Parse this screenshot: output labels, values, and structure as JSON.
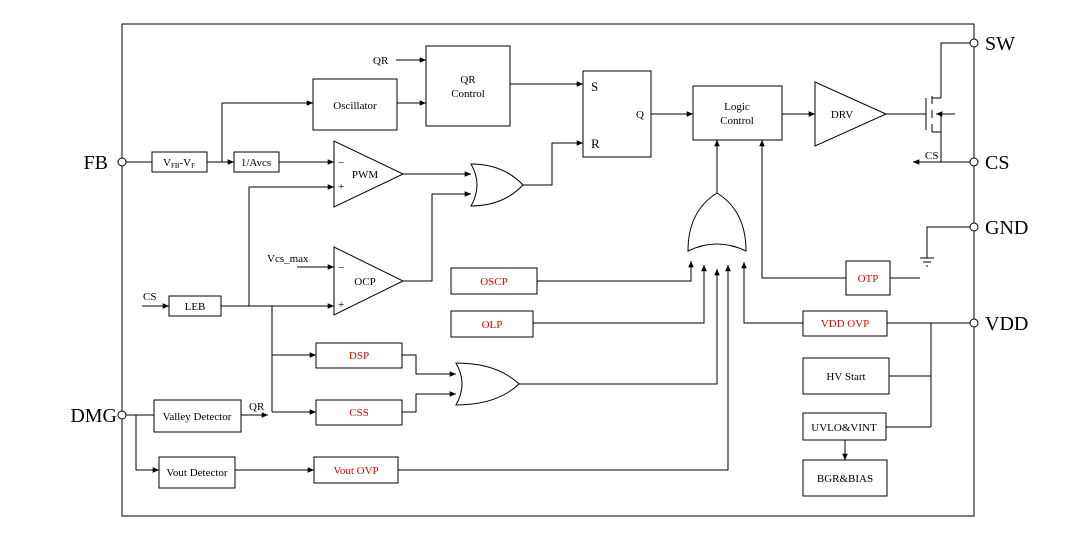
{
  "colors": {
    "fault_label": "#e00000",
    "line": "#000000"
  },
  "pins": {
    "sw": "SW",
    "cs": "CS",
    "gnd": "GND",
    "vdd": "VDD",
    "fb": "FB",
    "dmg": "DMG"
  },
  "blocks": {
    "qr_control_l1": "QR",
    "qr_control_l2": "Control",
    "oscillator": "Oscillator",
    "vfb_main": "V",
    "vfb_sub1": "FB",
    "vfb_mid": "-V",
    "vfb_sub2": "F",
    "avcs": "1/Avcs",
    "pwm": "PWM",
    "ocp": "OCP",
    "leb": "LEB",
    "logic_l1": "Logic",
    "logic_l2": "Control",
    "drv": "DRV",
    "valley_detector": "Valley Detector",
    "vout_detector": "Vout Detector",
    "hv_start": "HV Start",
    "uvlo_vint": "UVLO&VINT",
    "bgr_bias": "BGR&BIAS"
  },
  "fault_blocks": {
    "oscp": "OSCP",
    "olp": "OLP",
    "dsp": "DSP",
    "css": "CSS",
    "vout_ovp": "Vout OVP",
    "vdd_ovp": "VDD OVP",
    "otp": "OTP"
  },
  "signals": {
    "qr_in": "QR",
    "qr_out": "QR",
    "cs_in": "CS",
    "cs_out": "CS",
    "vcs_max": "Vcs_max",
    "latch_s": "S",
    "latch_r": "R",
    "latch_q": "Q",
    "minus": "−",
    "plus": "+"
  }
}
